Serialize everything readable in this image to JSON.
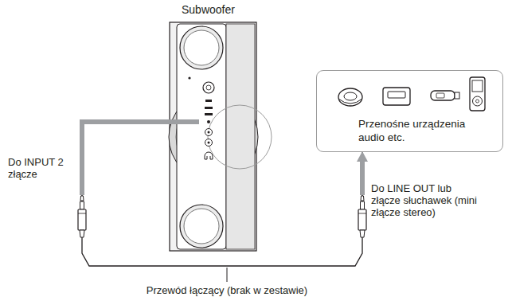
{
  "diagram": {
    "nodes": [
      {
        "text": [
          "Subwoofer"
        ]
      },
      {
        "text": [
          "Przenośne urządzenia audio etc."
        ]
      }
    ],
    "edges": [
      {
        "from": 0,
        "to": 1,
        "arrow": "both",
        "label": "Przewód łączący (brak w zestawie)"
      }
    ],
    "labels": [
      "Do INPUT 2 złącze",
      "Do LINE OUT lub złącze słuchawek (mini złącze stereo)"
    ]
  }
}
